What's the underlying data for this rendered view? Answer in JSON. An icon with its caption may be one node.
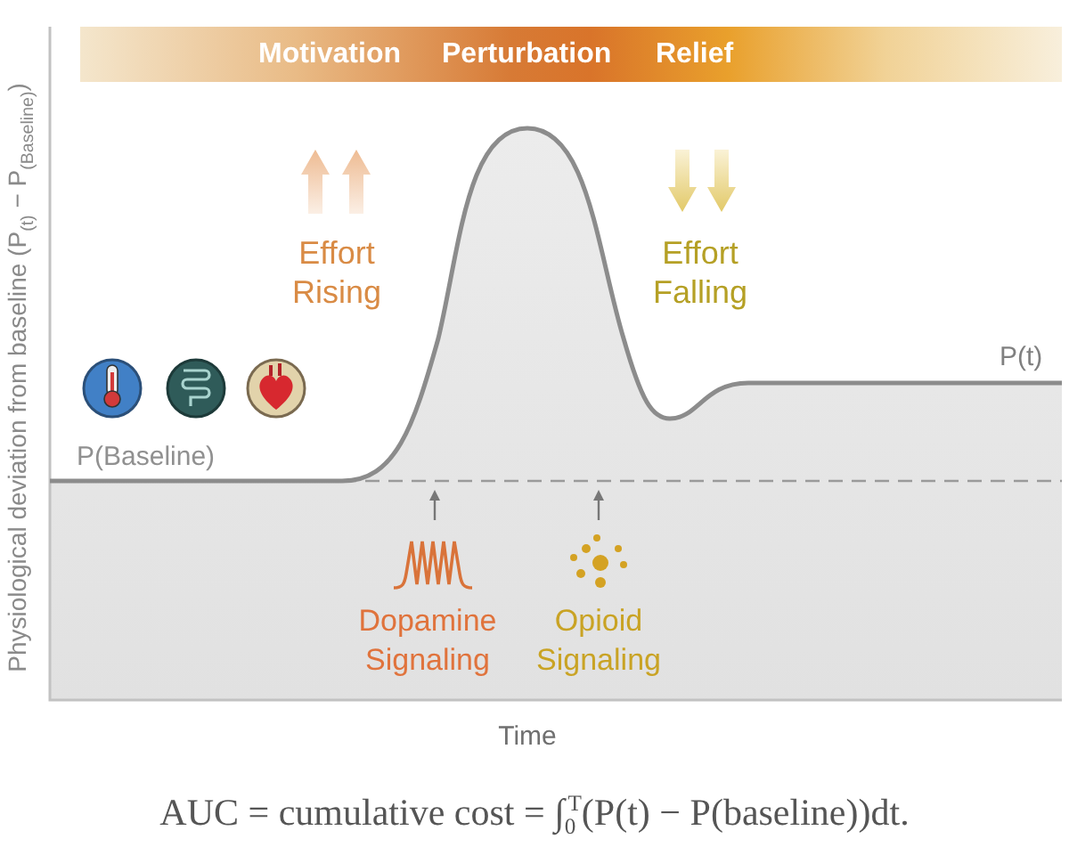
{
  "diagram": {
    "caption": "AUC = cumulative cost = ∫$_{0}$$^{T}$(P(t) − P(baseline))dt.",
    "labels": [
      "Motivation",
      "Perturbation",
      "Relief",
      "Effort Rising",
      "Effort Falling",
      "P(t)",
      "P(Baseline)",
      "Dopamine Signaling",
      "Opioid Signaling",
      "Physiological deviation from baseline (P$_{(t)}$ − P$_{(Baseline)}$)",
      "Time"
    ]
  }
}
